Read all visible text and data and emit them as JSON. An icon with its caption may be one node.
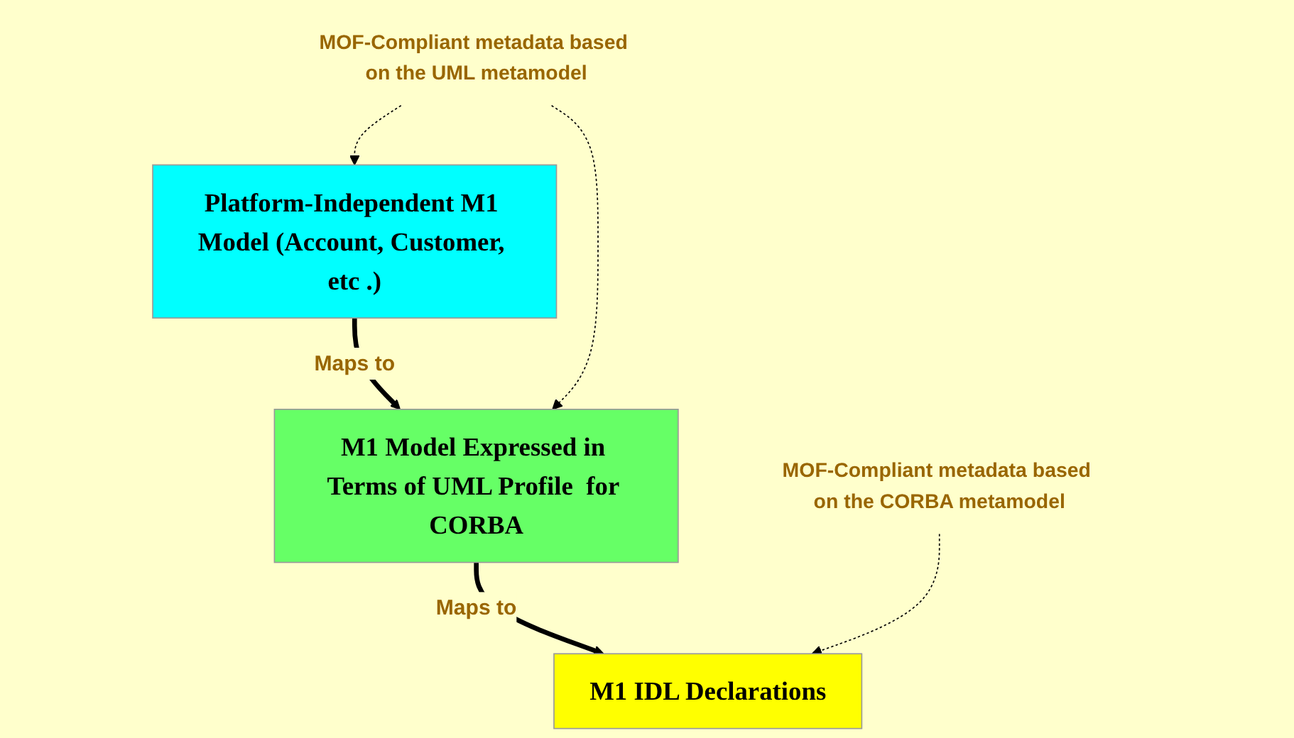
{
  "diagram": {
    "nodes": [
      {
        "text": [
          "Platform-Independent M1 Model (Account, Customer, etc .)"
        ]
      },
      {
        "text": [
          "M1 Model Expressed in Terms of UML Profile  for CORBA"
        ]
      },
      {
        "text": [
          "M1 IDL Declarations"
        ]
      },
      {
        "text": [
          "MOF-Compliant metadata based on the UML metamodel"
        ]
      },
      {
        "text": [
          "MOF-Compliant metadata based on the CORBA metamodel"
        ]
      }
    ],
    "edges": [
      {
        "from": 0,
        "to": 1,
        "arrow": "to",
        "label": "Maps to",
        "style": "thick"
      },
      {
        "from": 1,
        "to": 2,
        "arrow": "to",
        "label": "Maps to",
        "style": "thick"
      },
      {
        "from": 3,
        "to": 0,
        "arrow": "to",
        "style": "dashed"
      },
      {
        "from": 3,
        "to": 1,
        "arrow": "to",
        "style": "dashed"
      },
      {
        "from": 4,
        "to": 2,
        "arrow": "to",
        "style": "dashed"
      }
    ]
  }
}
